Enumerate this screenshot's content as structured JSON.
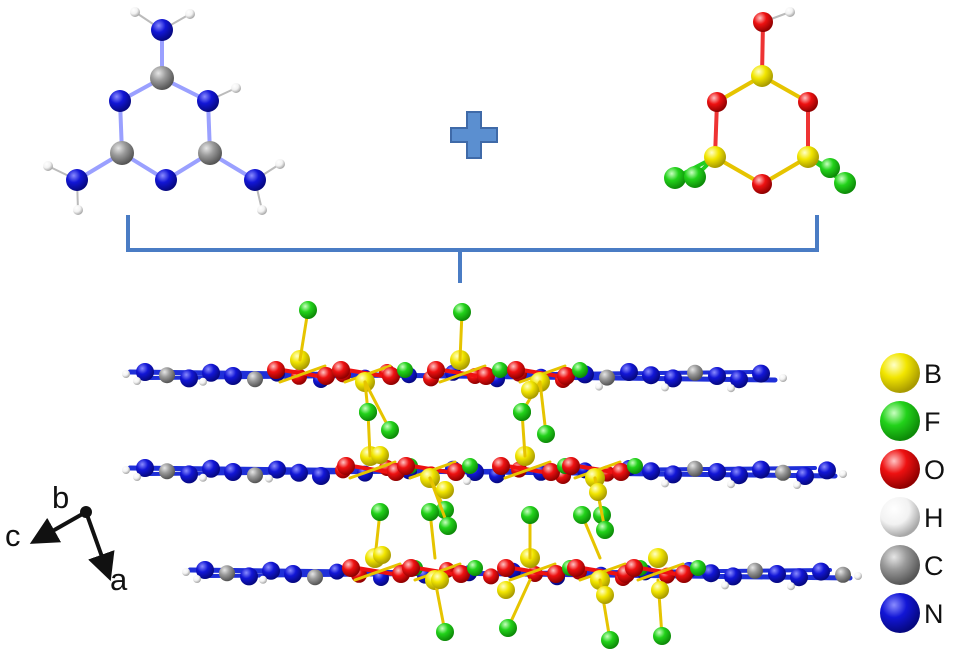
{
  "colors": {
    "B": "#f2e600",
    "F": "#22d21a",
    "O": "#ee1111",
    "H": "#f2f2f2",
    "C": "#9a9a9a",
    "N": "#1216d6",
    "bond_blue": "#1f2fd8",
    "bracket": "#4a7cc4",
    "plus": "#5b8fd0"
  },
  "legend": [
    {
      "element": "B",
      "label": "B"
    },
    {
      "element": "F",
      "label": "F"
    },
    {
      "element": "O",
      "label": "O"
    },
    {
      "element": "H",
      "label": "H"
    },
    {
      "element": "C",
      "label": "C"
    },
    {
      "element": "N",
      "label": "N"
    }
  ],
  "axes": {
    "b": "b",
    "c": "c",
    "a": "a"
  }
}
